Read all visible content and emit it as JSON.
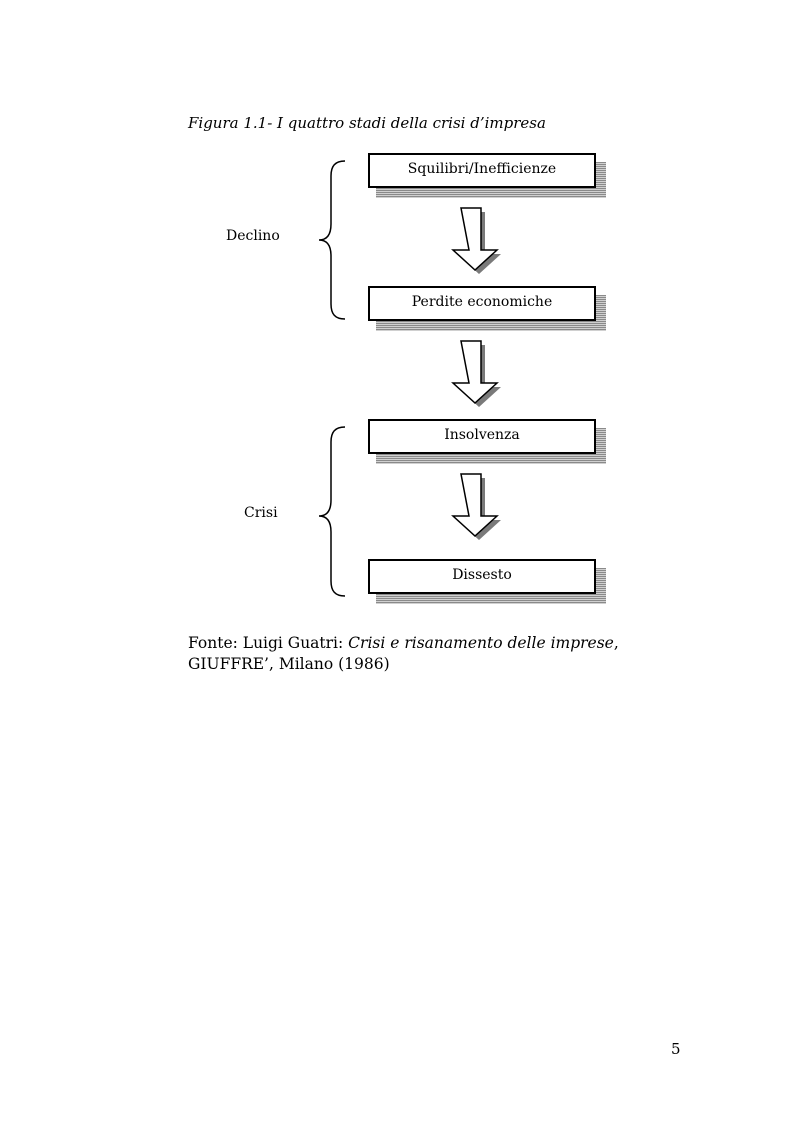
{
  "figure": {
    "caption": "Figura 1.1- I quattro stadi della crisi d’impresa"
  },
  "diagram": {
    "stages": [
      {
        "label": "Squilibri/Inefficienze"
      },
      {
        "label": "Perdite economiche"
      },
      {
        "label": "Insolvenza"
      },
      {
        "label": "Dissesto"
      }
    ],
    "groups": [
      {
        "label": "Declino"
      },
      {
        "label": "Crisi"
      }
    ]
  },
  "source": {
    "prefix": "Fonte: Luigi Guatri: ",
    "title": "Crisi e risanamento delle imprese",
    "suffix": ",",
    "line2": "GIUFFRE’, Milano (1986)"
  },
  "page": {
    "number": "5"
  }
}
